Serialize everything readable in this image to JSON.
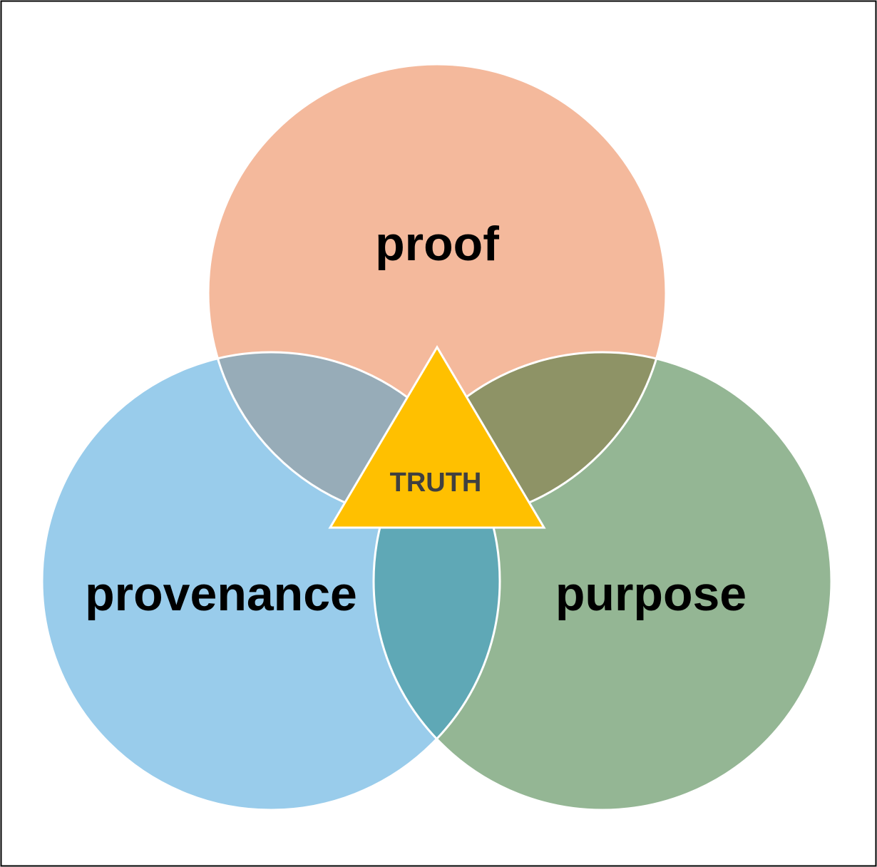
{
  "diagram": {
    "circles": [
      {
        "key": "top",
        "label": "proof",
        "color": "#F4B99C"
      },
      {
        "key": "left",
        "label": "provenance",
        "color": "#99CCEB"
      },
      {
        "key": "right",
        "label": "purpose",
        "color": "#94B694"
      }
    ],
    "overlaps": {
      "top_left": "#97ACB8",
      "top_right": "#8E9366",
      "left_right": "#5FA8B6"
    },
    "center": {
      "label": "TRUTH",
      "color": "#FFC000",
      "text_color": "#404040"
    },
    "frame_color": "#000000",
    "outline_color": "#ffffff"
  }
}
